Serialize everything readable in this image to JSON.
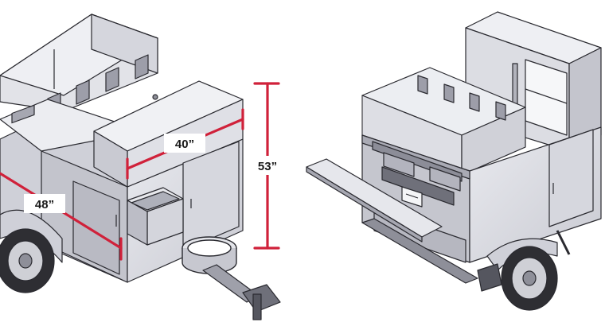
{
  "dimensions": {
    "width": "40”",
    "length": "48”",
    "height": "53”"
  },
  "colors": {
    "dimension_line": "#d0213a",
    "panel_light": "#dcdde3",
    "panel_mid": "#c7c8d0",
    "panel_dark": "#9c9da8",
    "outline": "#2a2a30",
    "tire": "#2e2e33",
    "rim": "#cfd0d6"
  },
  "views": [
    "left-isometric-view",
    "right-isometric-view"
  ]
}
